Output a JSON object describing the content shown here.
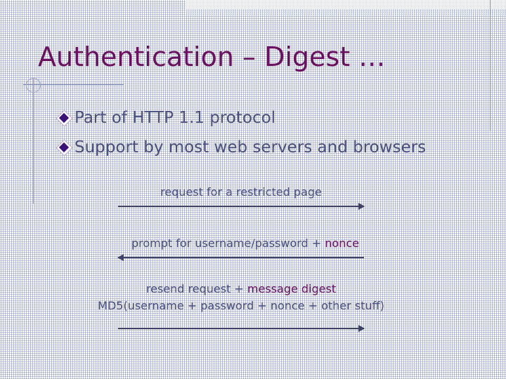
{
  "slide": {
    "title": "Authentication – Digest …",
    "title_color": "#6b0f60",
    "body_color": "#4a4f7d",
    "accent_color": "#6b0f60",
    "arrow_color": "#3e4263",
    "band_color": "#c3cde6",
    "rule_color": "#7d8bb4",
    "bullet_fill": "#3b1079"
  },
  "bullets": [
    {
      "text": "Part of HTTP 1.1 protocol",
      "marker": "diamond-bullet-icon"
    },
    {
      "text": "Support by most web servers and browsers",
      "marker": "diamond-bullet-icon"
    }
  ],
  "exchange": [
    {
      "label_plain": "request for a restricted page",
      "label_pre": "request for a restricted page",
      "label_highlight": "",
      "label_post": "",
      "direction": "right",
      "arrow_icon": "arrow-right-icon"
    },
    {
      "label_plain": "prompt for username/password + nonce",
      "label_pre": "prompt for username/password + ",
      "label_highlight": "nonce",
      "label_post": "",
      "direction": "left",
      "arrow_icon": "arrow-left-icon"
    },
    {
      "label_plain": "resend request + message digest",
      "label_pre": "resend request + ",
      "label_highlight": "message digest",
      "label_post": "",
      "label_second_line": "MD5(username + password + nonce + other stuff)",
      "direction": "right",
      "arrow_icon": "arrow-right-icon"
    }
  ]
}
